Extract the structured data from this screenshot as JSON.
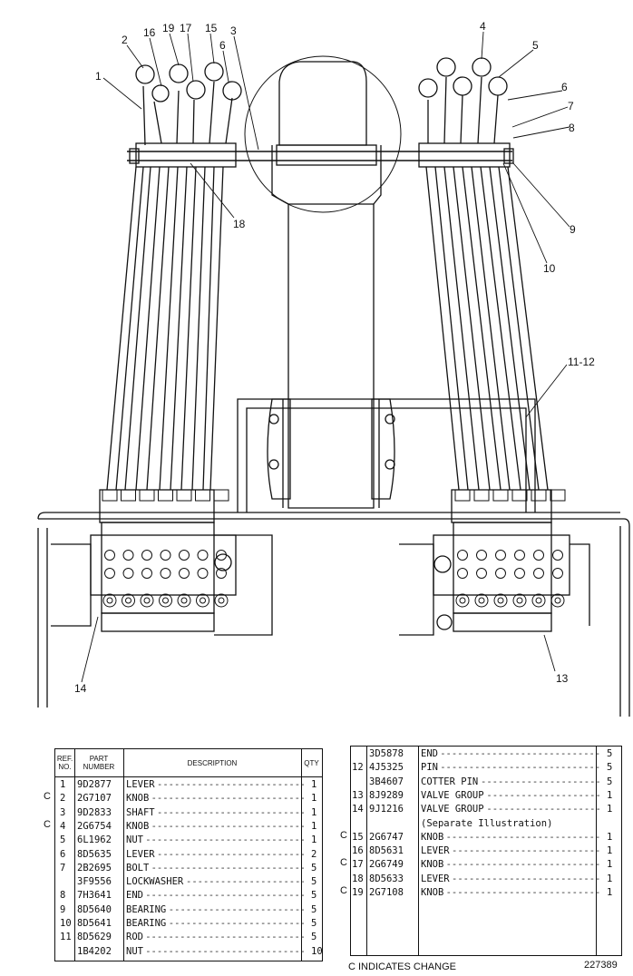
{
  "callouts": {
    "c1": "1",
    "c2": "2",
    "c16": "16",
    "c19": "19",
    "c17": "17",
    "c15": "15",
    "c6a": "6",
    "c3": "3",
    "c4": "4",
    "c5": "5",
    "c6b": "6",
    "c7": "7",
    "c8": "8",
    "c9": "9",
    "c10": "10",
    "c18": "18",
    "c1112": "11-12",
    "c13": "13",
    "c14": "14"
  },
  "left_table": {
    "headers": {
      "ref": "REF. NO.",
      "part": "PART NUMBER",
      "desc": "DESCRIPTION",
      "qty": "QTY"
    },
    "rows": [
      {
        "mark": "",
        "ref": "1",
        "part": "9D2877",
        "desc": "LEVER",
        "qty": "1"
      },
      {
        "mark": "C",
        "ref": "2",
        "part": "2G7107",
        "desc": "KNOB",
        "qty": "1"
      },
      {
        "mark": "",
        "ref": "3",
        "part": "9D2833",
        "desc": "SHAFT",
        "qty": "1"
      },
      {
        "mark": "C",
        "ref": "4",
        "part": "2G6754",
        "desc": "KNOB",
        "qty": "1"
      },
      {
        "mark": "",
        "ref": "5",
        "part": "6L1962",
        "desc": "NUT",
        "qty": "1"
      },
      {
        "mark": "",
        "ref": "6",
        "part": "8D5635",
        "desc": "LEVER",
        "qty": "2"
      },
      {
        "mark": "",
        "ref": "7",
        "part": "2B2695",
        "desc": "BOLT",
        "qty": "5"
      },
      {
        "mark": "",
        "ref": "",
        "part": "3F9556",
        "desc": "LOCKWASHER",
        "qty": "5"
      },
      {
        "mark": "",
        "ref": "8",
        "part": "7H3641",
        "desc": "END",
        "qty": "5"
      },
      {
        "mark": "",
        "ref": "9",
        "part": "8D5640",
        "desc": "BEARING",
        "qty": "5"
      },
      {
        "mark": "",
        "ref": "10",
        "part": "8D5641",
        "desc": "BEARING",
        "qty": "5"
      },
      {
        "mark": "",
        "ref": "11",
        "part": "8D5629",
        "desc": "ROD",
        "qty": "5"
      },
      {
        "mark": "",
        "ref": "",
        "part": "1B4202",
        "desc": "NUT",
        "qty": "10"
      }
    ]
  },
  "right_table": {
    "rows": [
      {
        "mark": "",
        "ref": "",
        "part": "3D5878",
        "desc": "END",
        "qty": "5"
      },
      {
        "mark": "",
        "ref": "12",
        "part": "4J5325",
        "desc": "PIN",
        "qty": "5"
      },
      {
        "mark": "",
        "ref": "",
        "part": "3B4607",
        "desc": "COTTER PIN",
        "qty": "5"
      },
      {
        "mark": "",
        "ref": "13",
        "part": "8J9289",
        "desc": "VALVE GROUP",
        "qty": "1"
      },
      {
        "mark": "",
        "ref": "14",
        "part": "9J1216",
        "desc": "VALVE GROUP",
        "qty": "1"
      },
      {
        "mark": "",
        "ref": "",
        "part": "",
        "desc": "(Separate Illustration)",
        "qty": ""
      },
      {
        "mark": "C",
        "ref": "15",
        "part": "2G6747",
        "desc": "KNOB",
        "qty": "1"
      },
      {
        "mark": "",
        "ref": "16",
        "part": "8D5631",
        "desc": "LEVER",
        "qty": "1"
      },
      {
        "mark": "C",
        "ref": "17",
        "part": "2G6749",
        "desc": "KNOB",
        "qty": "1"
      },
      {
        "mark": "",
        "ref": "18",
        "part": "8D5633",
        "desc": "LEVER",
        "qty": "1"
      },
      {
        "mark": "C",
        "ref": "19",
        "part": "2G7108",
        "desc": "KNOB",
        "qty": "1"
      }
    ]
  },
  "footer": {
    "legend": "C INDICATES CHANGE",
    "figure_number": "227389"
  }
}
